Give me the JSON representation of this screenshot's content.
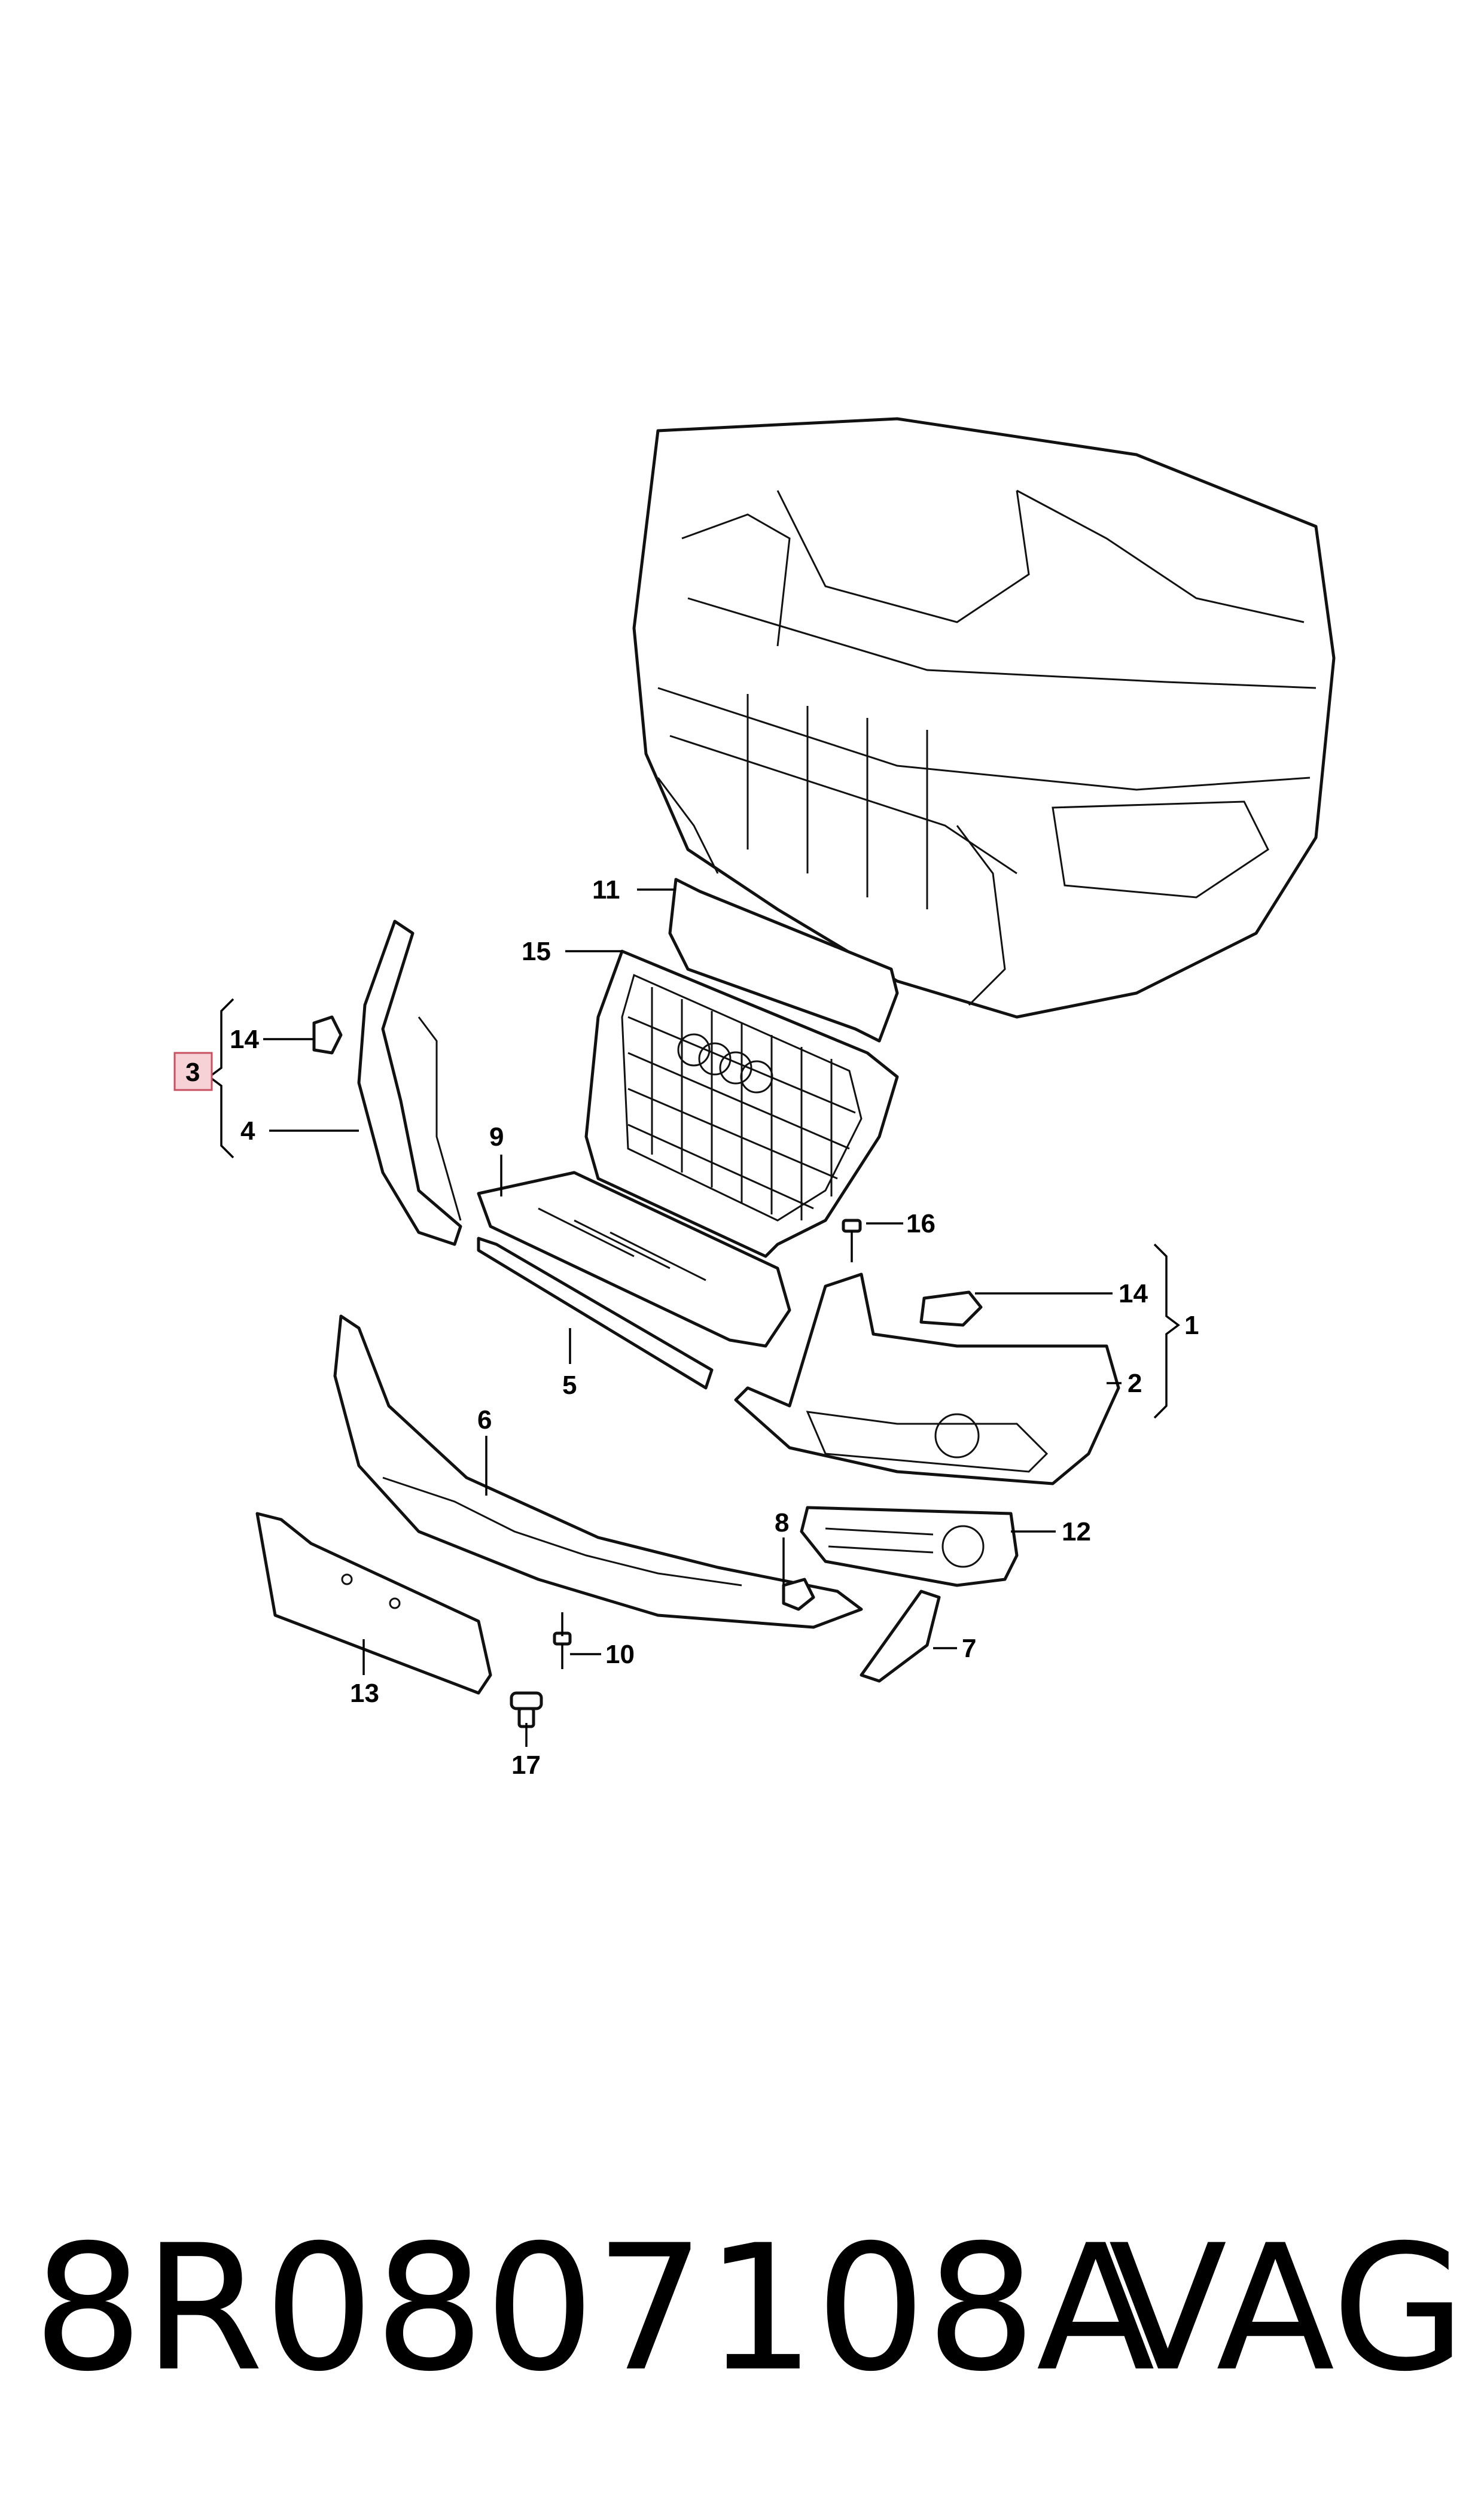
{
  "callouts": {
    "c1": "1",
    "c2": "2",
    "c3": "3",
    "c4": "4",
    "c5": "5",
    "c6": "6",
    "c7": "7",
    "c8": "8",
    "c9": "9",
    "c10": "10",
    "c11": "11",
    "c12": "12",
    "c13": "13",
    "c14a": "14",
    "c14b": "14",
    "c15": "15",
    "c16": "16",
    "c17": "17"
  },
  "caption": {
    "part_number": "8R0807108A",
    "brand": "VAG"
  },
  "colors": {
    "highlight_fill": "#f6d2d6",
    "highlight_stroke": "#c85060",
    "line": "#111111"
  }
}
